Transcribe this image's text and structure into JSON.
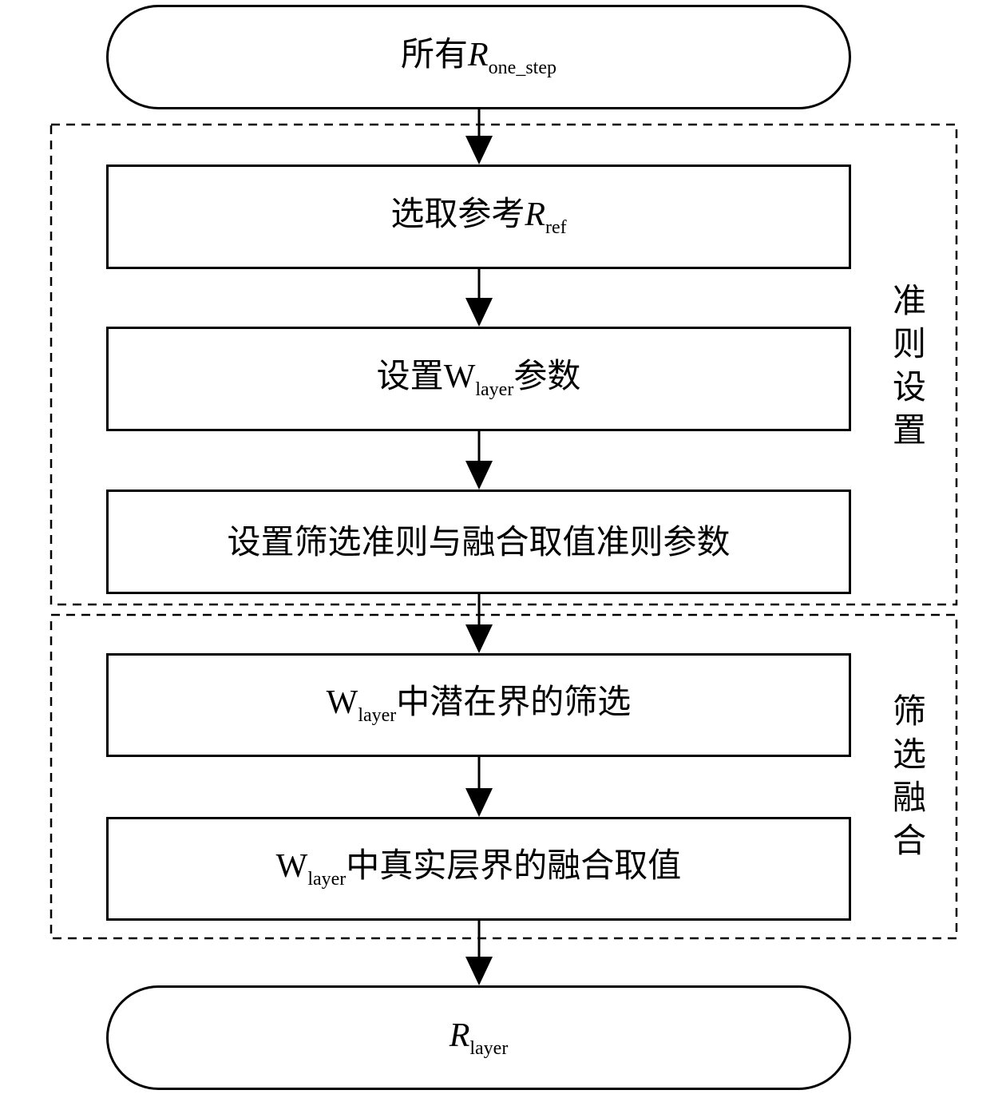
{
  "nodes": {
    "start": {
      "prefix": "所有",
      "var": "R",
      "sub": "one_step",
      "suffix": ""
    },
    "step1": {
      "prefix": "选取参考",
      "var": "R",
      "sub": "ref",
      "suffix": ""
    },
    "step2": {
      "prefix": "设置",
      "var": "W",
      "sub": "layer",
      "suffix": "参数"
    },
    "step3": {
      "text": "设置筛选准则与融合取值准则参数"
    },
    "step4": {
      "prefix": "",
      "var": "W",
      "sub": "layer",
      "suffix": "中潜在界的筛选"
    },
    "step5": {
      "prefix": "",
      "var": "W",
      "sub": "layer",
      "suffix": "中真实层界的融合取值"
    },
    "end": {
      "prefix": "",
      "var": "R",
      "sub": "layer",
      "suffix": ""
    }
  },
  "groups": {
    "criteria": {
      "label": [
        "准",
        "则",
        "设",
        "置"
      ]
    },
    "fusion": {
      "label": [
        "筛",
        "选",
        "融",
        "合"
      ]
    }
  }
}
